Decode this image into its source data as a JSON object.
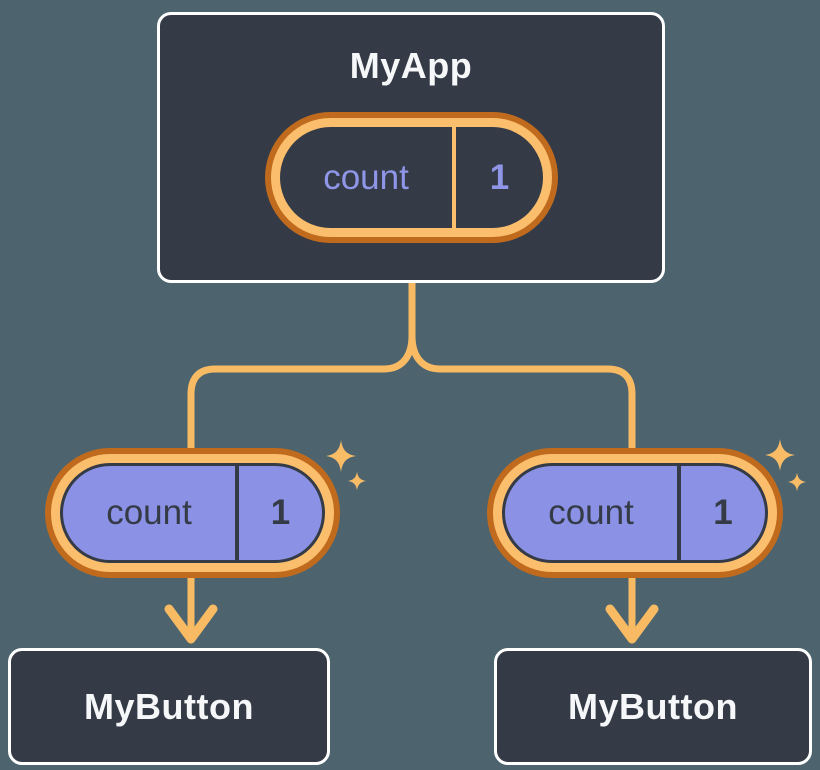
{
  "diagram": {
    "type": "component-tree",
    "root_node": {
      "title": "MyApp",
      "state": {
        "label": "count",
        "value": "1"
      }
    },
    "child_nodes": [
      {
        "title": "MyButton",
        "state": {
          "label": "count",
          "value": "1"
        }
      },
      {
        "title": "MyButton",
        "state": {
          "label": "count",
          "value": "1"
        }
      }
    ]
  },
  "icons": {
    "sparkle": "✦",
    "arrow_down": "↓"
  },
  "colors": {
    "background": "#4D646E",
    "node_background": "#343B46",
    "node_border": "#FFFFFF",
    "node_text": "#F6F7F9",
    "connector_line": "#F8BB63",
    "pill_ring_outer": "#C06A1E",
    "pill_ring_inner": "#FBBE6C",
    "pill_fill_purple": "#8B91E4",
    "pill_text_light": "#8F96E8",
    "pill_text_dark": "#343B46"
  }
}
